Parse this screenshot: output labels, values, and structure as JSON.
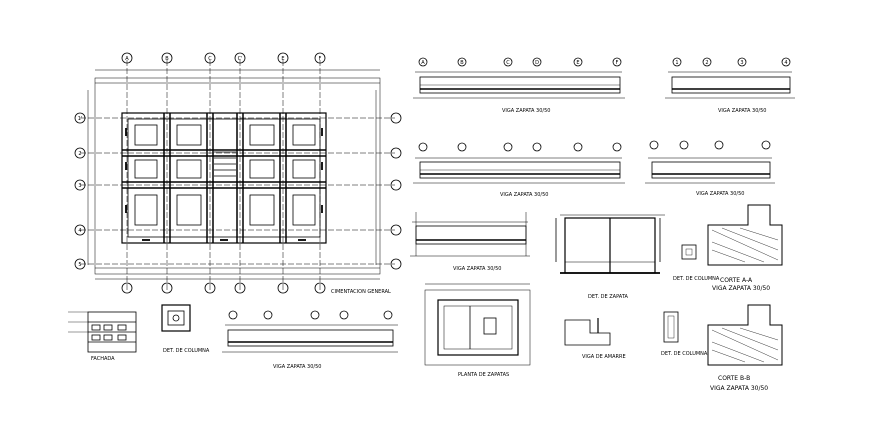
{
  "sheet": {
    "axis_letters": [
      "A",
      "B",
      "C",
      "C'",
      "E",
      "F"
    ],
    "axis_numbers": [
      "1'",
      "2",
      "3",
      "4",
      "5"
    ],
    "label_general": "CIMENTACION GENERAL",
    "label_beams_a": "VIGA ZAPATA 30/50",
    "label_plan": "PLANTA DE ZAPATAS",
    "label_section_a": "CORTE A-A",
    "label_section_b": "CORTE B-B",
    "label_foundation_a": "VIGA ZAPATA 30/50",
    "label_foundation_b": "VIGA ZAPATA 30/50",
    "label_detail": "DET. DE ZAPATA",
    "label_facade": "FACHADA",
    "label_column": "DET. DE COLUMNA",
    "label_small": "VIGA DE AMARRE",
    "beam_axes_top": [
      "A",
      "B",
      "C",
      "D",
      "E",
      "F"
    ],
    "beam_axes_right": [
      "1",
      "2",
      "3",
      "4"
    ]
  }
}
